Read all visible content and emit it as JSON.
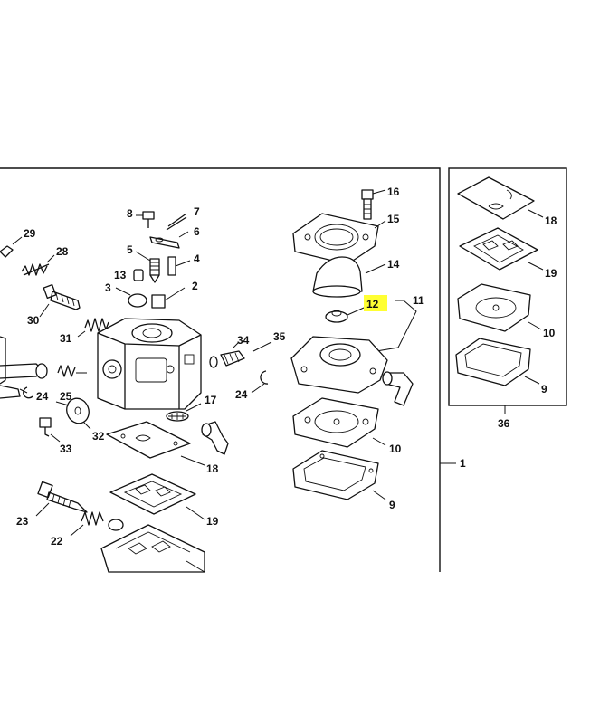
{
  "callouts": [
    {
      "id": "c29",
      "text": "29"
    },
    {
      "id": "c28",
      "text": "28"
    },
    {
      "id": "c30",
      "text": "30"
    },
    {
      "id": "c31",
      "text": "31"
    },
    {
      "id": "c24a",
      "text": "24"
    },
    {
      "id": "c25",
      "text": "25"
    },
    {
      "id": "c32",
      "text": "32"
    },
    {
      "id": "c33",
      "text": "33"
    },
    {
      "id": "c23",
      "text": "23"
    },
    {
      "id": "c22",
      "text": "22"
    },
    {
      "id": "c8",
      "text": "8"
    },
    {
      "id": "c7",
      "text": "7"
    },
    {
      "id": "c6",
      "text": "6"
    },
    {
      "id": "c5",
      "text": "5"
    },
    {
      "id": "c4",
      "text": "4"
    },
    {
      "id": "c13",
      "text": "13"
    },
    {
      "id": "c3",
      "text": "3"
    },
    {
      "id": "c2",
      "text": "2"
    },
    {
      "id": "c34",
      "text": "34"
    },
    {
      "id": "c35",
      "text": "35"
    },
    {
      "id": "c24b",
      "text": "24"
    },
    {
      "id": "c17",
      "text": "17"
    },
    {
      "id": "c18a",
      "text": "18"
    },
    {
      "id": "c19a",
      "text": "19"
    },
    {
      "id": "c16",
      "text": "16"
    },
    {
      "id": "c15",
      "text": "15"
    },
    {
      "id": "c14",
      "text": "14"
    },
    {
      "id": "c12",
      "text": "12"
    },
    {
      "id": "c11",
      "text": "11"
    },
    {
      "id": "c10a",
      "text": "10"
    },
    {
      "id": "c9a",
      "text": "9"
    },
    {
      "id": "c1",
      "text": "1"
    },
    {
      "id": "c18b",
      "text": "18"
    },
    {
      "id": "c19b",
      "text": "19"
    },
    {
      "id": "c10b",
      "text": "10"
    },
    {
      "id": "c9b",
      "text": "9"
    },
    {
      "id": "c36",
      "text": "36"
    }
  ],
  "highlight_color": "#ffff33",
  "highlighted_callout": "12"
}
